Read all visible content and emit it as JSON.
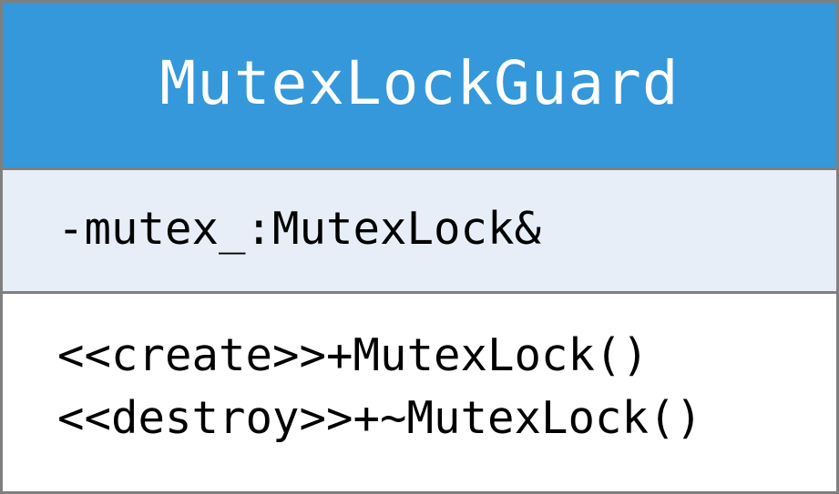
{
  "class": {
    "name": "MutexLockGuard",
    "attributes": [
      "-mutex_:MutexLock&"
    ],
    "operations": [
      "<<create>>+MutexLock()",
      "<<destroy>>+~MutexLock()"
    ]
  },
  "colors": {
    "header_fill": "#3498db",
    "attributes_fill": "#e8eef8",
    "operations_fill": "#ffffff",
    "border": "#7f7f7f",
    "header_text": "#ffffff",
    "body_text": "#000000"
  }
}
